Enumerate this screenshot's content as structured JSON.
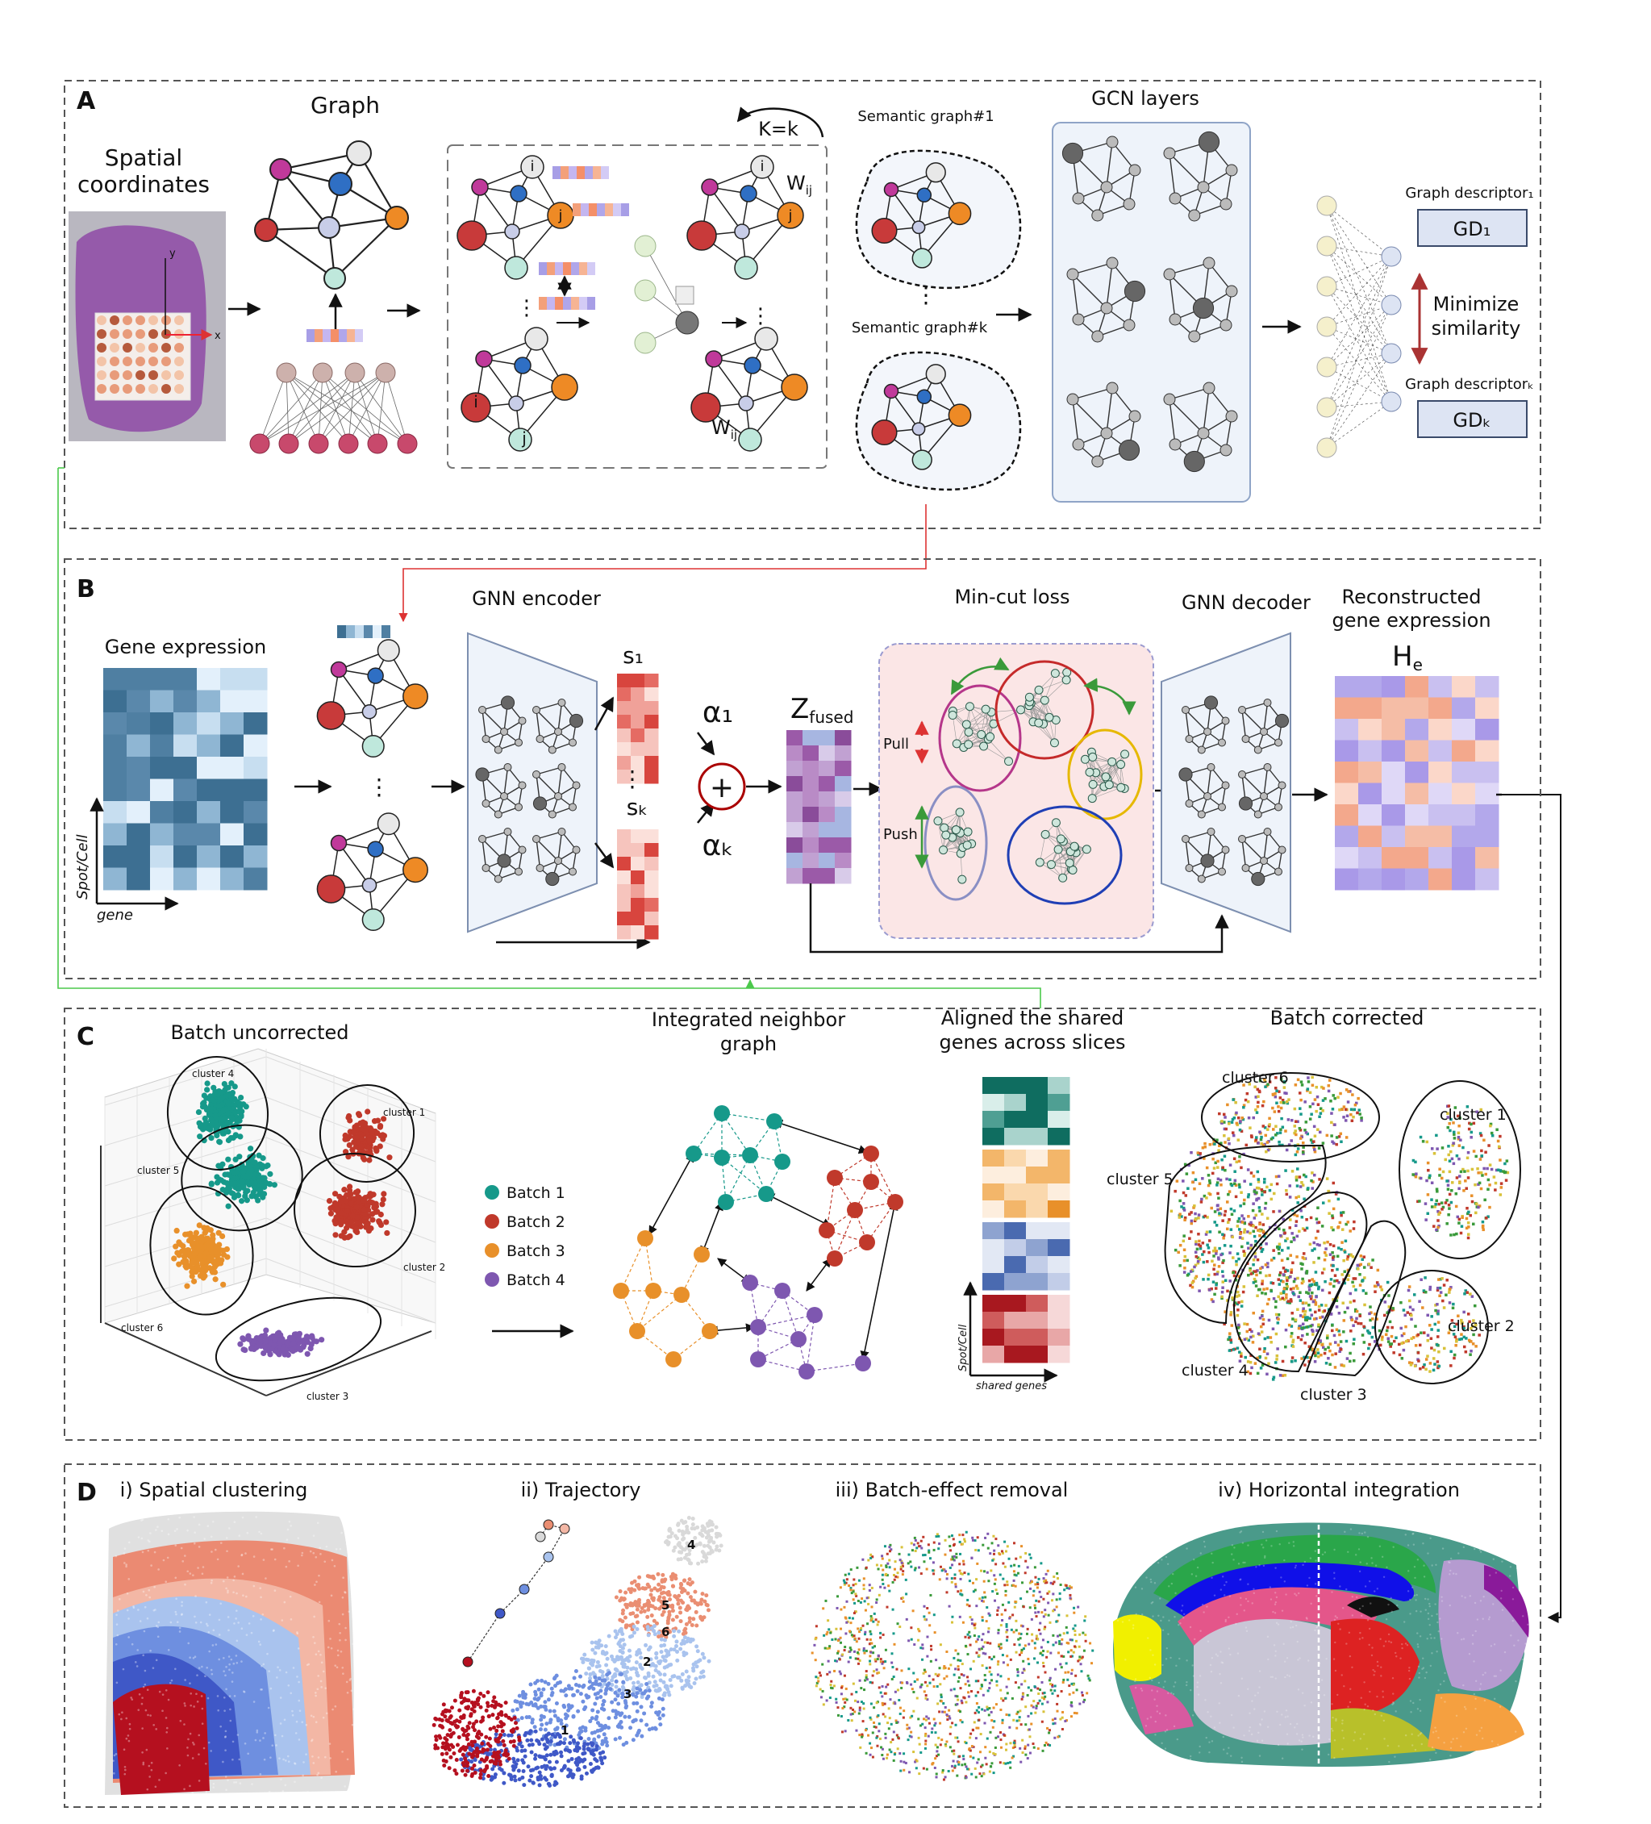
{
  "panels": {
    "a": {
      "label": "A",
      "graph_title": "Graph",
      "spatial_title_line1": "Spatial",
      "spatial_title_line2": "coordinates",
      "k_label": "K=k",
      "wij_label": "W",
      "wij_sub": "ij",
      "sem1": "Semantic graph#1",
      "semk": "Semantic graph#k",
      "gcn_title": "GCN layers",
      "gd_title1": "Graph descriptor₁",
      "gd_box1": "GD₁",
      "gd_titlek": "Graph descriptorₖ",
      "gd_boxk": "GDₖ",
      "minimize1": "Minimize",
      "minimize2": "similarity",
      "axis_x": "x",
      "axis_y": "y"
    },
    "b": {
      "label": "B",
      "gene_expr": "Gene expression",
      "spot_cell": "Spot/Cell",
      "gene": "gene",
      "gnn_encoder": "GNN encoder",
      "s1": "s₁",
      "sk": "sₖ",
      "alpha1": "α₁",
      "alphak": "αₖ",
      "plus": "+",
      "zfused": "Z",
      "zfused_sub": "fused",
      "mincut": "Min-cut loss",
      "pull": "Pull",
      "push": "Push",
      "gnn_decoder": "GNN decoder",
      "recon1": "Reconstructed",
      "recon2": "gene expression",
      "he": "H",
      "he_sub": "e"
    },
    "c": {
      "label": "C",
      "uncorrected": "Batch uncorrected",
      "clusters3d": [
        "cluster 4",
        "cluster 1",
        "cluster 5",
        "cluster 2",
        "cluster 6",
        "cluster 3"
      ],
      "legend": [
        "Batch 1",
        "Batch 2",
        "Batch 3",
        "Batch 4"
      ],
      "integrated1": "Integrated neighbor",
      "integrated2": "graph",
      "aligned1": "Aligned the shared",
      "aligned2": "genes across slices",
      "spot_cell": "Spot/Cell",
      "shared_genes": "shared genes",
      "corrected": "Batch corrected",
      "clusters_corr": [
        "cluster 6",
        "cluster 1",
        "cluster 5",
        "cluster 2",
        "cluster 4",
        "cluster 3"
      ]
    },
    "d": {
      "label": "D",
      "i": "i) Spatial clustering",
      "ii": "ii) Trajectory",
      "iii": "iii) Batch-effect removal",
      "iv": "iv) Horizontal integration",
      "traj_labels": [
        "4",
        "5",
        "6",
        "2",
        "3",
        "1"
      ]
    }
  },
  "colors": {
    "batch1": "#16998a",
    "batch2": "#c0392b",
    "batch3": "#e8902a",
    "batch4": "#7e57b0",
    "node_magenta": "#c0399a",
    "node_blue": "#2f6fc4",
    "node_orange": "#ee8a25",
    "node_red": "#c83a3a",
    "node_lav": "#c8cde8",
    "node_teal": "#bfe8dc",
    "panel_bg": "#eef3fa",
    "mincut_bg": "#fbe6e6"
  }
}
